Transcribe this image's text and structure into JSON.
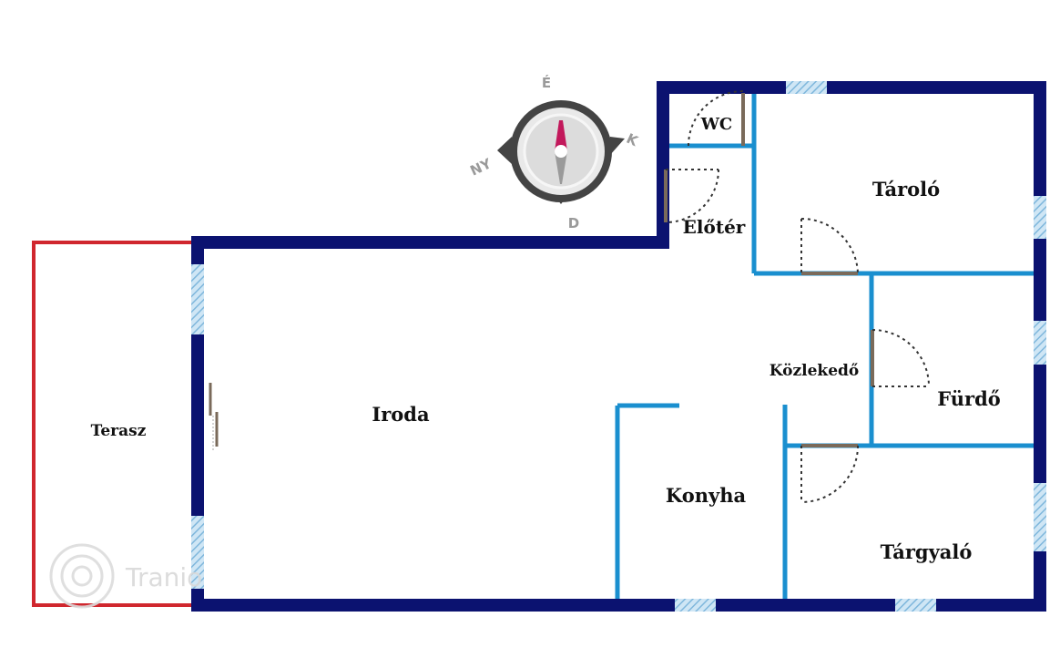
{
  "rooms": {
    "terasz": "Terasz",
    "iroda": "Iroda",
    "wc": "WC",
    "eloter": "Előtér",
    "tarolo": "Tároló",
    "kozlekedo": "Közlekedő",
    "furdo": "Fürdő",
    "konyha": "Konyha",
    "targyalo": "Tárgyaló"
  },
  "compass": {
    "north": "É",
    "east": "K",
    "south": "D",
    "west": "NY"
  },
  "watermark": {
    "text": "Tranio"
  },
  "colors": {
    "outer_wall": "#0b1270",
    "inner_wall": "#1a8fcf",
    "terrace": "#d0272e",
    "window": "#9fcbe6",
    "door": "#7a6a5a",
    "compass_needle": "#c2185b"
  }
}
